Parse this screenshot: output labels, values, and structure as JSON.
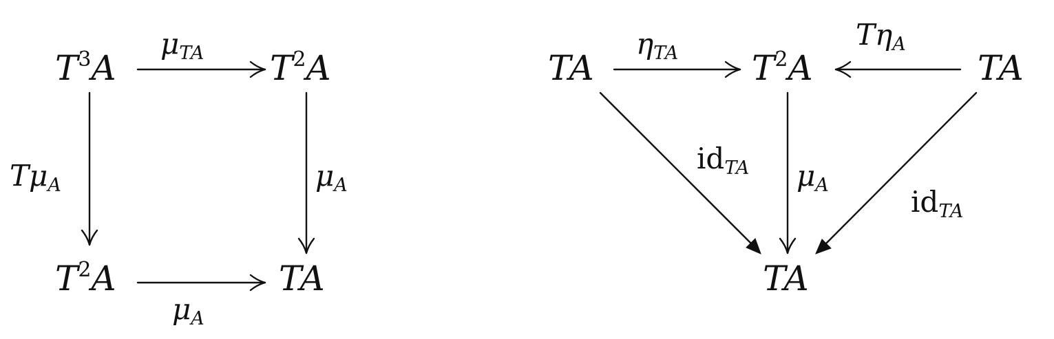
{
  "diagrams": [
    {
      "name": "associativity-square",
      "nodes": {
        "top_left": {
          "base": "T",
          "sup": "3",
          "rest": "A"
        },
        "top_right": {
          "base": "T",
          "sup": "2",
          "rest": "A"
        },
        "bottom_left": {
          "base": "T",
          "sup": "2",
          "rest": "A"
        },
        "bottom_right": {
          "text": "TA"
        }
      },
      "labels": {
        "top": {
          "main": "μ",
          "sub": "TA"
        },
        "left": {
          "main": "Tμ",
          "sub": "A"
        },
        "right": {
          "main": "μ",
          "sub": "A"
        },
        "bottom": {
          "main": "μ",
          "sub": "A"
        }
      }
    },
    {
      "name": "unit-triangle",
      "nodes": {
        "left": {
          "text": "TA"
        },
        "center": {
          "base": "T",
          "sup": "2",
          "rest": "A"
        },
        "right": {
          "text": "TA"
        },
        "bottom": {
          "text": "TA"
        }
      },
      "labels": {
        "top_left": {
          "main": "η",
          "sub": "TA"
        },
        "top_right": {
          "main": "Tη",
          "sub": "A"
        },
        "diag_left": {
          "main": "id",
          "sub": "TA"
        },
        "vertical": {
          "main": "μ",
          "sub": "A"
        },
        "diag_right": {
          "main": "id",
          "sub": "TA"
        }
      }
    }
  ]
}
